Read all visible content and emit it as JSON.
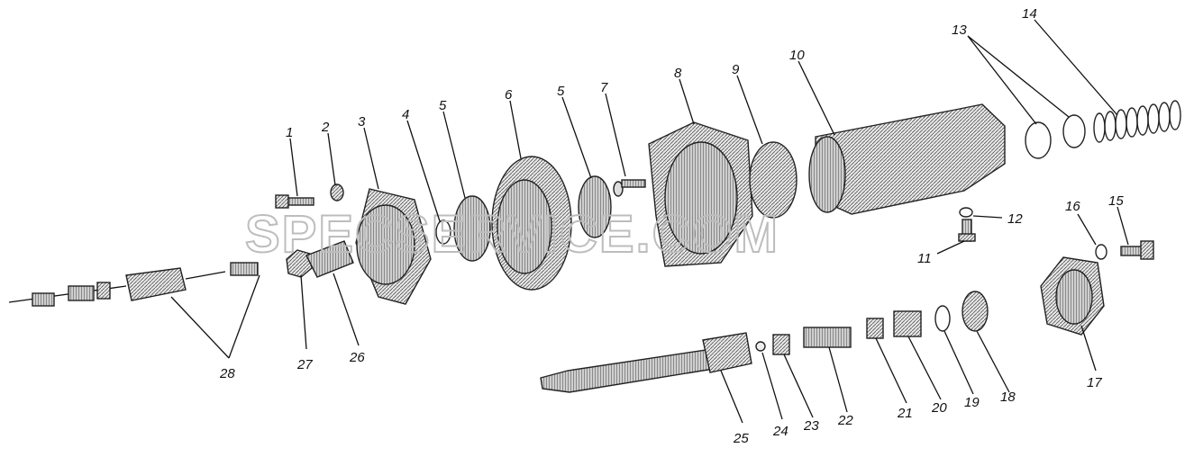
{
  "watermark": "SPECSERVICE.COM",
  "callouts": [
    "1",
    "2",
    "3",
    "4",
    "5",
    "6",
    "5",
    "7",
    "8",
    "9",
    "10",
    "13",
    "14",
    "12",
    "11",
    "16",
    "15",
    "28",
    "27",
    "26",
    "25",
    "24",
    "23",
    "22",
    "21",
    "20",
    "19",
    "18",
    "17"
  ]
}
